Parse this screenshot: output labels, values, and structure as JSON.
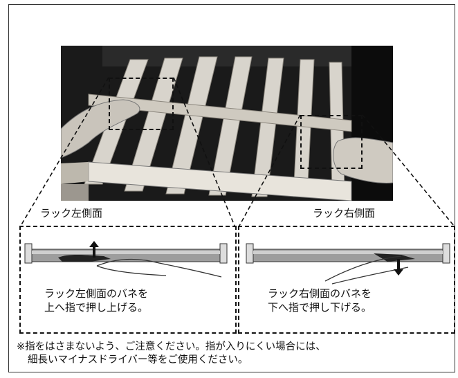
{
  "labels": {
    "left_side": "ラック左側面",
    "right_side": "ラック右側面"
  },
  "panels": {
    "left_line1": "ラック左側面のバネを",
    "left_line2": "上へ指で押し上げる。",
    "right_line1": "ラック右側面のバネを",
    "right_line2": "下へ指で押し下げる。"
  },
  "note": {
    "line1": "※指をはさまないよう、ご注意ください。指が入りにくい場合には、",
    "line2": "細長いマイナスドライバー等をご使用ください。"
  },
  "icons": {
    "left_arrow": "up-arrow-icon",
    "right_arrow": "down-arrow-icon"
  }
}
